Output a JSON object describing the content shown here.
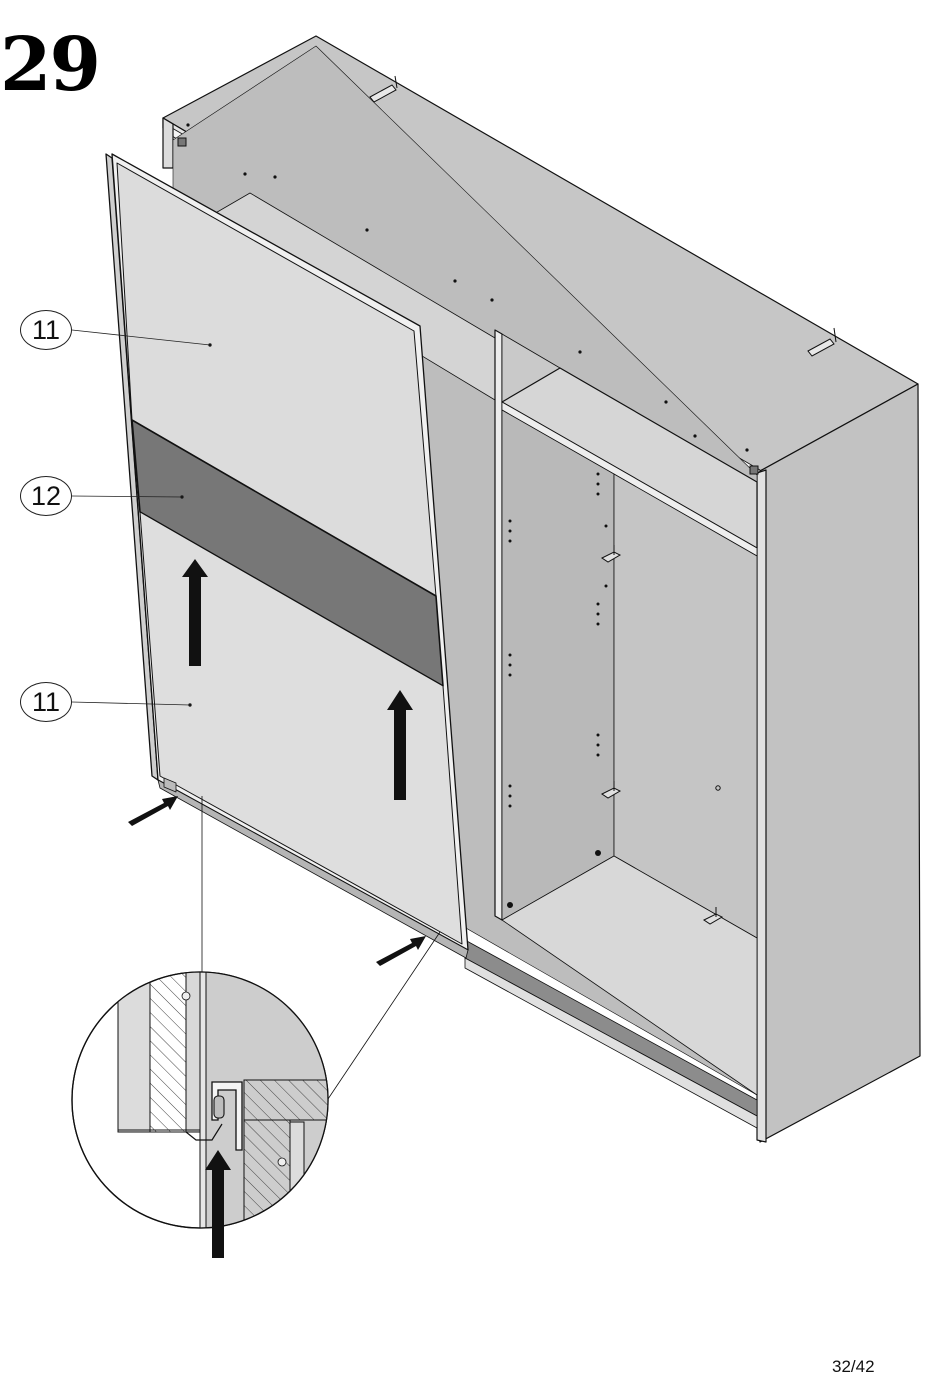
{
  "step": {
    "number": "29"
  },
  "callouts": [
    {
      "label": "11"
    },
    {
      "label": "12"
    },
    {
      "label": "11"
    }
  ],
  "page": {
    "label": "32/42"
  },
  "colors": {
    "panel_light": "#dedede",
    "panel_mid": "#c7c7c7",
    "panel_dark": "#b8b8b8",
    "glass_strip": "#777777",
    "line": "#111111"
  },
  "icons": [
    "arrow-up-icon",
    "arrow-right-icon",
    "detail-magnifier"
  ]
}
